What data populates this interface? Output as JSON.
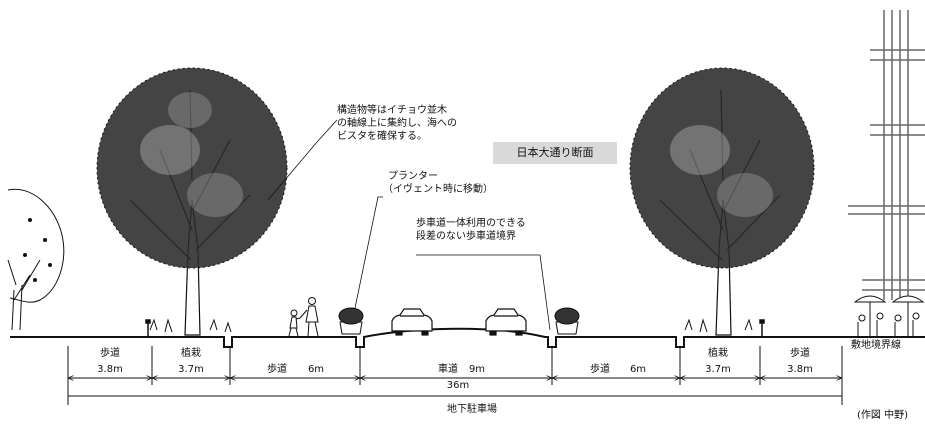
{
  "title": "日本大通り断面",
  "annotations": {
    "structures": [
      "構造物等はイチョウ並木",
      "の軸線上に集約し、海への",
      "ビスタを確保する。"
    ],
    "planter": [
      "プランター",
      "（イヴェント時に移動）"
    ],
    "boundary": [
      "歩車道一体利用のできる",
      "段差のない歩車道境界"
    ],
    "site_boundary": "敷地境界線",
    "underground": "地下駐車場",
    "credit": "(作図  中野)"
  },
  "segments": [
    {
      "name": "歩道",
      "width": "3.8m"
    },
    {
      "name": "植栽",
      "width": "3.7m"
    },
    {
      "name": "歩道",
      "width": "6m"
    },
    {
      "name": "車道",
      "width": "9m"
    },
    {
      "name": "歩道",
      "width": "6m"
    },
    {
      "name": "植栽",
      "width": "3.7m"
    },
    {
      "name": "歩道",
      "width": "3.8m"
    }
  ],
  "total_width": "36m"
}
